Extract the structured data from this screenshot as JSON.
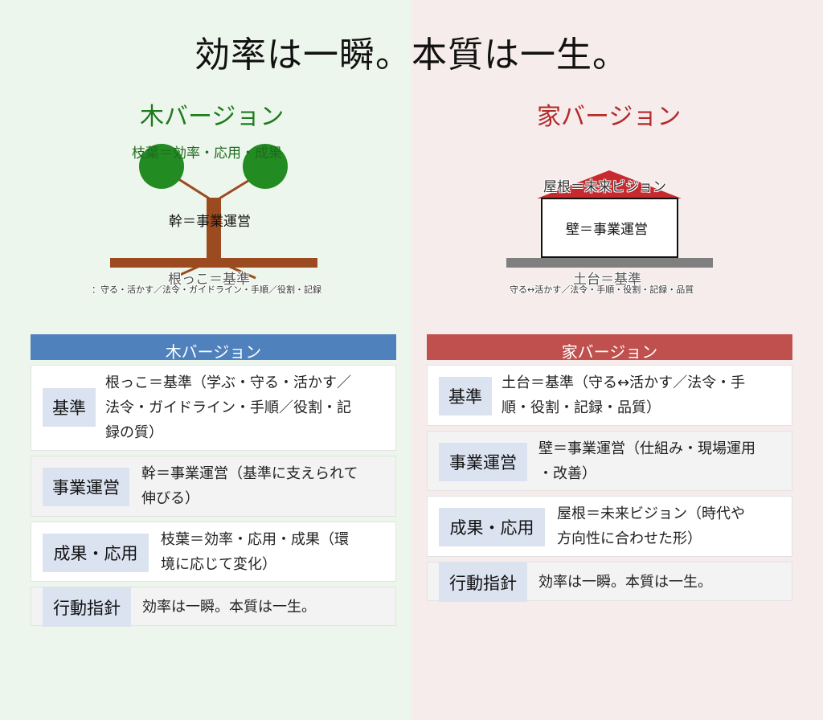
{
  "main_title": "効率は一瞬。本質は一生。",
  "colors": {
    "left_bg": "#edf6ec",
    "right_bg": "#f6ecec",
    "tree_title": "#1f7a1f",
    "house_title": "#b32a2a",
    "trunk": "#9c4a1f",
    "leaves": "#228b22",
    "roof": "#c8292e",
    "foundation": "#7f7f7f",
    "header_left": "#4f81bd",
    "header_right": "#c0504d",
    "tag_bg": "#dbe3f1"
  },
  "tree": {
    "title": "木バージョン",
    "leaves_label": "枝葉＝効率・応用・成果",
    "trunk_label": "幹＝事業運営",
    "root_label": "根っこ＝基準",
    "root_sub": "：守る・活かす／法令・ガイドライン・手順／役割・記録"
  },
  "house": {
    "title": "家バージョン",
    "roof_label": "屋根＝未来ビジョン",
    "wall_label": "壁＝事業運営",
    "base_label": "土台＝基準",
    "base_sub": "守る↔活かす／法令・手順・役割・記録・品質"
  },
  "tree_table": {
    "header": "木バージョン",
    "rows": [
      {
        "tag": "基準",
        "lines": [
          "根っこ＝基準（学ぶ・守る・活かす／",
          "法令・ガイドライン・手順／役割・記",
          "録の質）"
        ]
      },
      {
        "tag": "事業運営",
        "lines": [
          "幹＝事業運営（基準に支えられて",
          "伸びる）"
        ]
      },
      {
        "tag": "成果・応用",
        "lines": [
          "枝葉＝効率・応用・成果（環",
          "境に応じて変化）"
        ]
      },
      {
        "tag": "行動指針",
        "lines": [
          "効率は一瞬。本質は一生。"
        ]
      }
    ]
  },
  "house_table": {
    "header": "家バージョン",
    "rows": [
      {
        "tag": "基準",
        "lines": [
          "土台＝基準（守る↔活かす／法令・手",
          "順・役割・記録・品質）"
        ]
      },
      {
        "tag": "事業運営",
        "lines": [
          "壁＝事業運営（仕組み・現場運用",
          "・改善）"
        ]
      },
      {
        "tag": "成果・応用",
        "lines": [
          "屋根＝未来ビジョン（時代や",
          "方向性に合わせた形）"
        ]
      },
      {
        "tag": "行動指針",
        "lines": [
          "効率は一瞬。本質は一生。"
        ]
      }
    ]
  }
}
